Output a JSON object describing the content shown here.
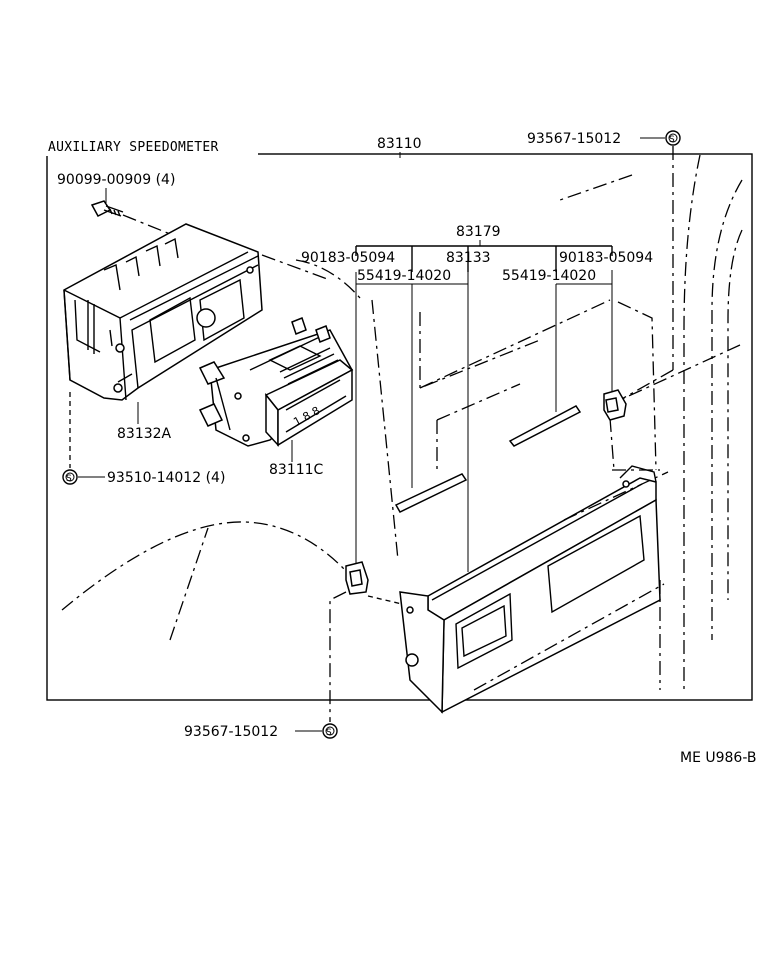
{
  "title": "AUXILIARY SPEEDOMETER",
  "assembly_part": "83110",
  "code": "ME U986-B",
  "labels": {
    "bolt": "90099-00909 (4)",
    "case": "83132A",
    "screw": "93510-14012 (4)",
    "module": "83111C",
    "clip_top": "93567-15012",
    "clip_bottom": "93567-15012",
    "trim_group": "83179",
    "clip_left": "90183-05094",
    "clip_right": "90183-05094",
    "panel": "83133",
    "tape_left": "55419-14020",
    "tape_right": "55419-14020",
    "symbol_s": "S"
  }
}
